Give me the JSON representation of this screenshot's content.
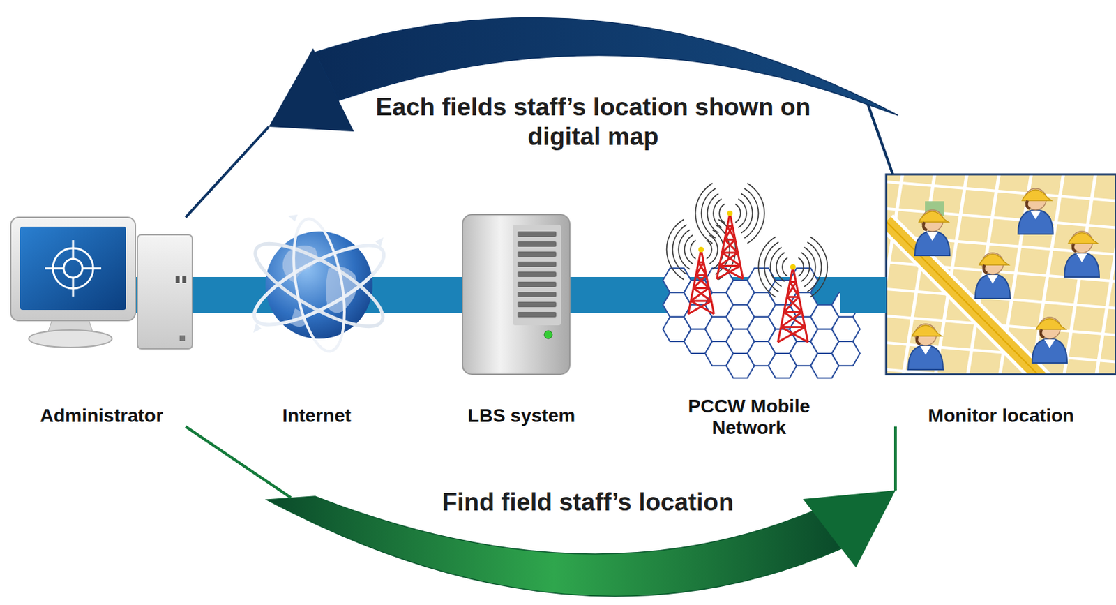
{
  "diagram": {
    "nodes": [
      {
        "text": [
          "Administrator"
        ]
      },
      {
        "text": [
          "Internet"
        ]
      },
      {
        "text": [
          "LBS system"
        ]
      },
      {
        "text": [
          "PCCW Mobile Network"
        ]
      },
      {
        "text": [
          "Monitor location"
        ]
      }
    ],
    "edges": [
      {
        "from": 0,
        "to": 1,
        "arrow": "none"
      },
      {
        "from": 1,
        "to": 2,
        "arrow": "none"
      },
      {
        "from": 2,
        "to": 3,
        "arrow": "none"
      },
      {
        "from": 3,
        "to": 4,
        "arrow": "none"
      },
      {
        "from": 4,
        "to": 0,
        "arrow": "to",
        "label": "Each fields staff’s location shown on digital map"
      },
      {
        "from": 0,
        "to": 4,
        "arrow": "to",
        "label": "Find field staff’s location"
      }
    ]
  }
}
